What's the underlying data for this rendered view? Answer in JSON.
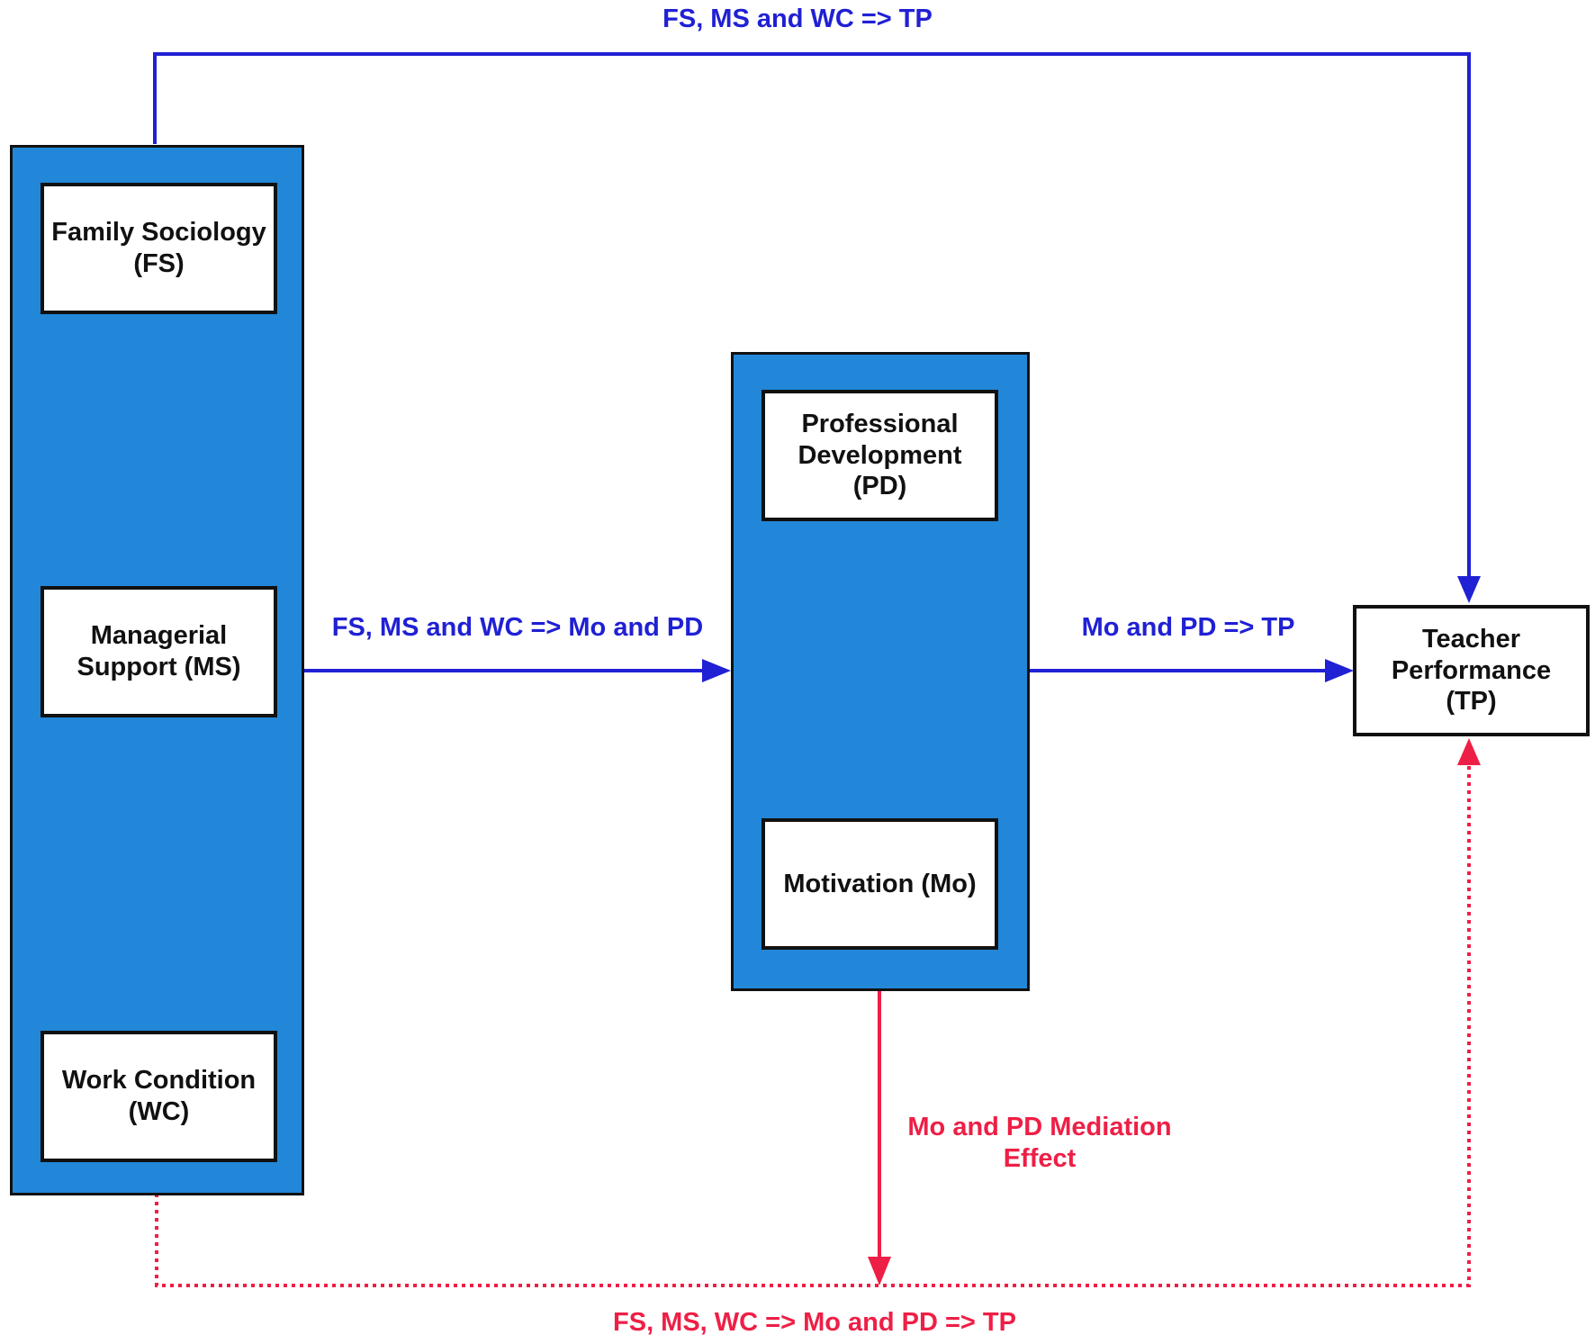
{
  "colors": {
    "group_fill": "#2287d8",
    "direct_path": "#2020d4",
    "mediation_path": "#ee1f46",
    "border": "#111111"
  },
  "independent_group": {
    "nodes": {
      "fs": "Family Sociology\n(FS)",
      "ms": "Managerial\nSupport (MS)",
      "wc": "Work Condition\n(WC)"
    }
  },
  "mediator_group": {
    "nodes": {
      "pd": "Professional\nDevelopment\n(PD)",
      "mo": "Motivation (Mo)"
    }
  },
  "outcome": {
    "tp": "Teacher\nPerformance\n(TP)"
  },
  "paths": {
    "top_direct": "FS, MS and WC => TP",
    "to_mediators": "FS, MS and WC => Mo and PD",
    "mediators_to_tp": "Mo and PD => TP",
    "mediation_effect": "Mo and PD Mediation\nEffect",
    "bottom_indirect": "FS, MS, WC => Mo and PD => TP"
  }
}
